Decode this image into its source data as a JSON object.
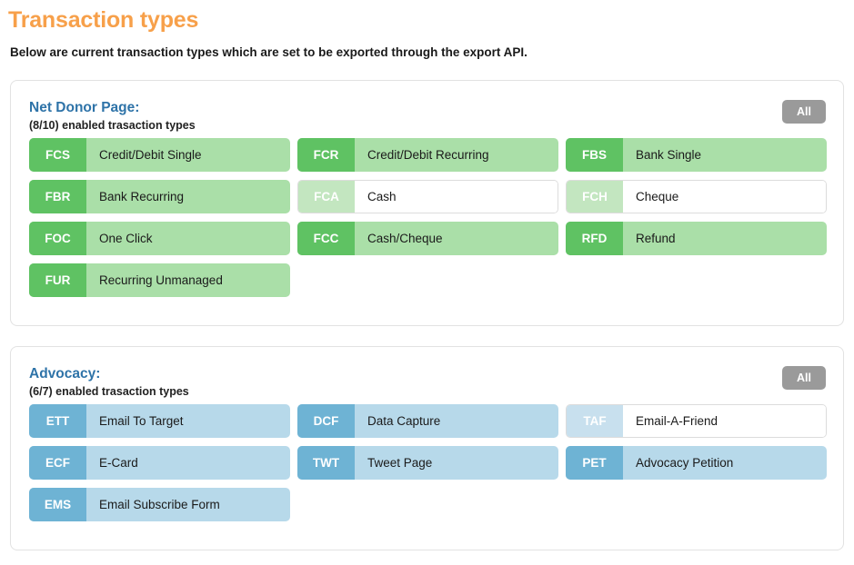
{
  "page": {
    "title": "Transaction types",
    "subtitle": "Below are current transaction types which are set to be exported through the export API.",
    "title_color": "#f7a04a"
  },
  "colors": {
    "group_title": "#2e73a8",
    "green_enabled_body": "#aadfa8",
    "green_enabled_code": "#5fc263",
    "green_disabled_code": "#c3e6c0",
    "blue_enabled_body": "#b7d9ea",
    "blue_enabled_code": "#6eb3d4",
    "blue_disabled_code": "#c8e0ee",
    "all_button": "#9a9a9a"
  },
  "groups": [
    {
      "title": "Net Donor Page:",
      "summary": "(8/10) enabled trasaction types",
      "all_label": "All",
      "theme": "green",
      "rows": [
        [
          {
            "code": "FCS",
            "label": "Credit/Debit Single",
            "enabled": true
          },
          {
            "code": "FCR",
            "label": "Credit/Debit Recurring",
            "enabled": true
          },
          {
            "code": "FBS",
            "label": "Bank Single",
            "enabled": true
          }
        ],
        [
          {
            "code": "FBR",
            "label": "Bank Recurring",
            "enabled": true
          },
          {
            "code": "FCA",
            "label": "Cash",
            "enabled": false
          },
          {
            "code": "FCH",
            "label": "Cheque",
            "enabled": false
          }
        ],
        [
          {
            "code": "FOC",
            "label": "One Click",
            "enabled": true
          },
          {
            "code": "FCC",
            "label": "Cash/Cheque",
            "enabled": true
          },
          {
            "code": "RFD",
            "label": "Refund",
            "enabled": true
          }
        ],
        [
          {
            "code": "FUR",
            "label": "Recurring Unmanaged",
            "enabled": true
          }
        ]
      ]
    },
    {
      "title": "Advocacy:",
      "summary": "(6/7) enabled trasaction types",
      "all_label": "All",
      "theme": "blue",
      "rows": [
        [
          {
            "code": "ETT",
            "label": "Email To Target",
            "enabled": true
          },
          {
            "code": "DCF",
            "label": "Data Capture",
            "enabled": true
          },
          {
            "code": "TAF",
            "label": "Email-A-Friend",
            "enabled": false
          }
        ],
        [
          {
            "code": "ECF",
            "label": "E-Card",
            "enabled": true
          },
          {
            "code": "TWT",
            "label": "Tweet Page",
            "enabled": true
          },
          {
            "code": "PET",
            "label": "Advocacy Petition",
            "enabled": true
          }
        ],
        [
          {
            "code": "EMS",
            "label": "Email Subscribe Form",
            "enabled": true
          }
        ]
      ]
    }
  ]
}
